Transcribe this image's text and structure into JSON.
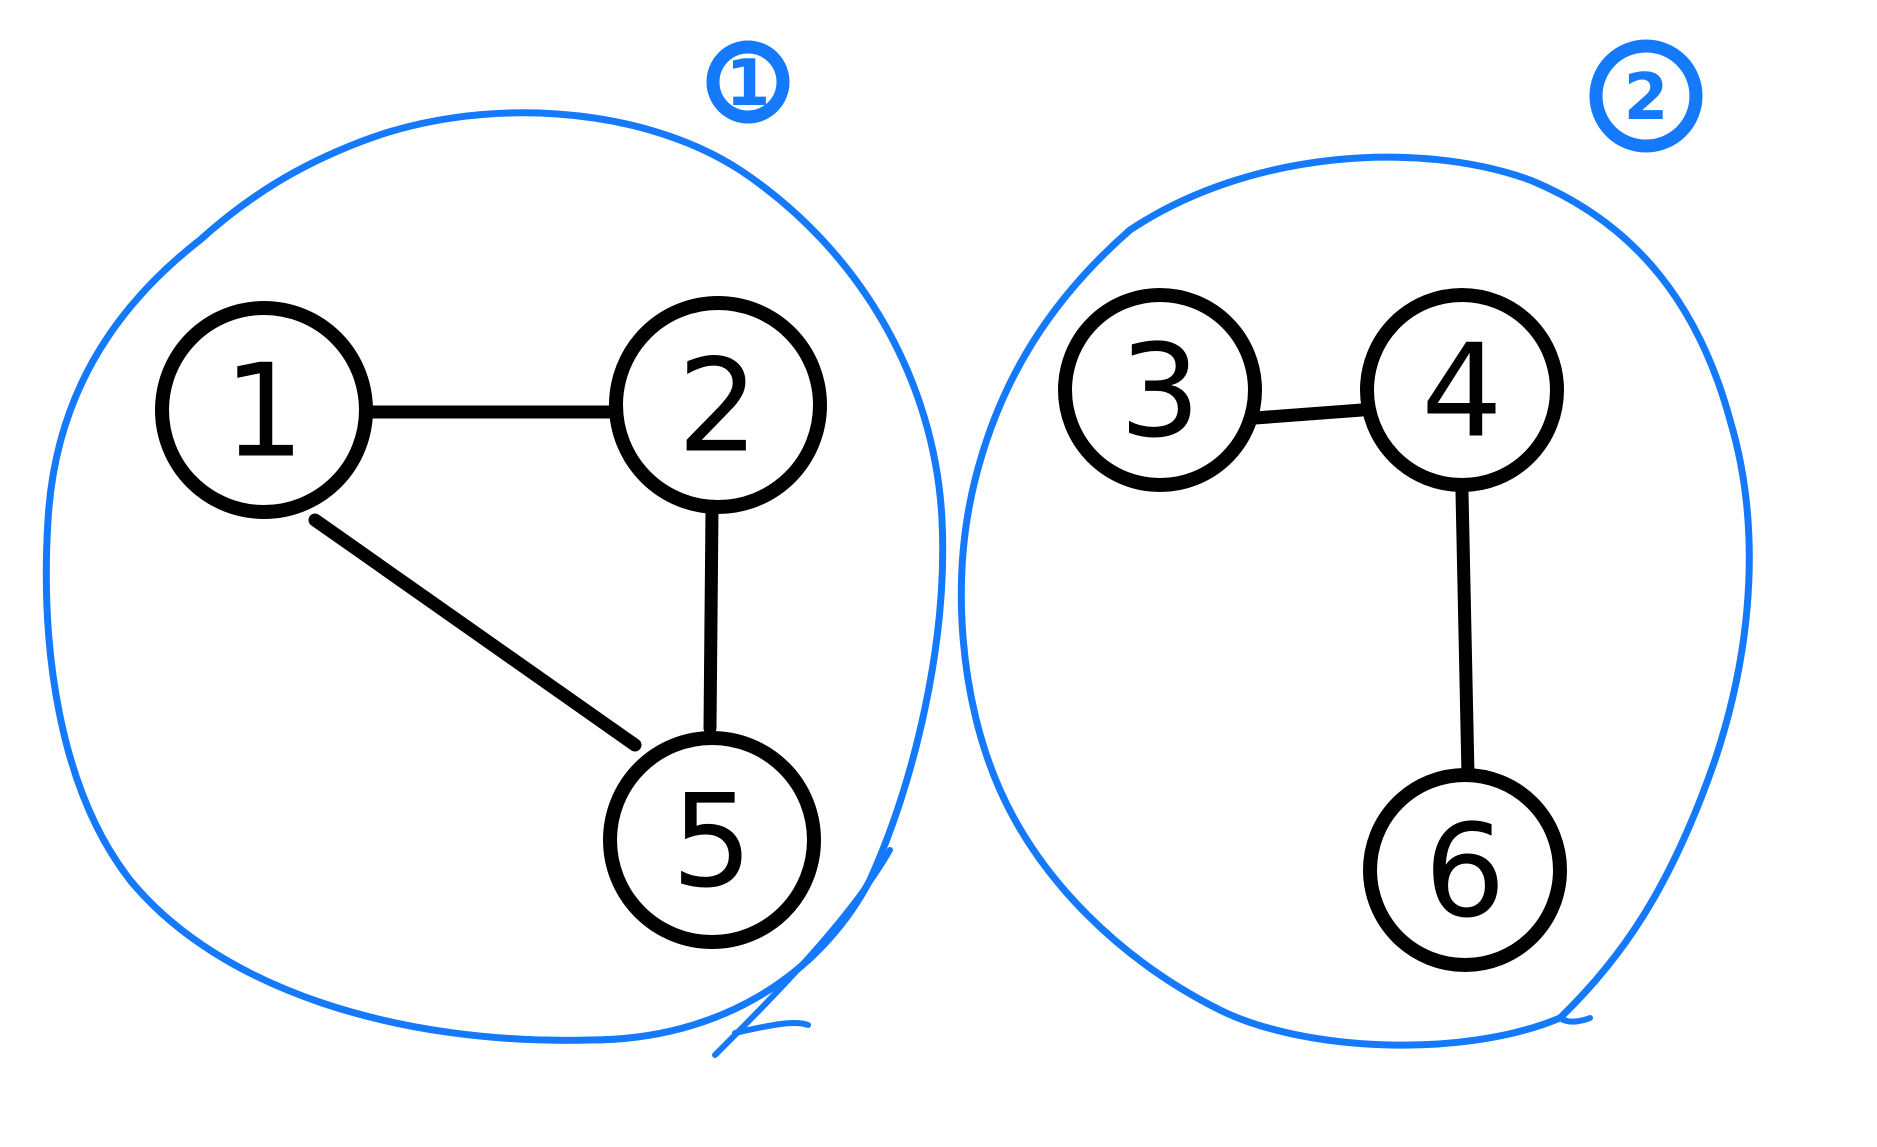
{
  "diagram": {
    "type": "undirected-graph-connected-components",
    "colors": {
      "component_outline": "#1479fb",
      "node_stroke": "#000000",
      "edge_stroke": "#000000",
      "background": "#ffffff"
    },
    "components": [
      {
        "id": "c1",
        "label": "1",
        "nodes": [
          "1",
          "2",
          "5"
        ]
      },
      {
        "id": "c2",
        "label": "2",
        "nodes": [
          "3",
          "4",
          "6"
        ]
      }
    ],
    "nodes": [
      {
        "id": "1",
        "label": "1"
      },
      {
        "id": "2",
        "label": "2"
      },
      {
        "id": "3",
        "label": "3"
      },
      {
        "id": "4",
        "label": "4"
      },
      {
        "id": "5",
        "label": "5"
      },
      {
        "id": "6",
        "label": "6"
      }
    ],
    "edges": [
      {
        "from": "1",
        "to": "2"
      },
      {
        "from": "1",
        "to": "5"
      },
      {
        "from": "2",
        "to": "5"
      },
      {
        "from": "3",
        "to": "4"
      },
      {
        "from": "4",
        "to": "6"
      }
    ]
  }
}
